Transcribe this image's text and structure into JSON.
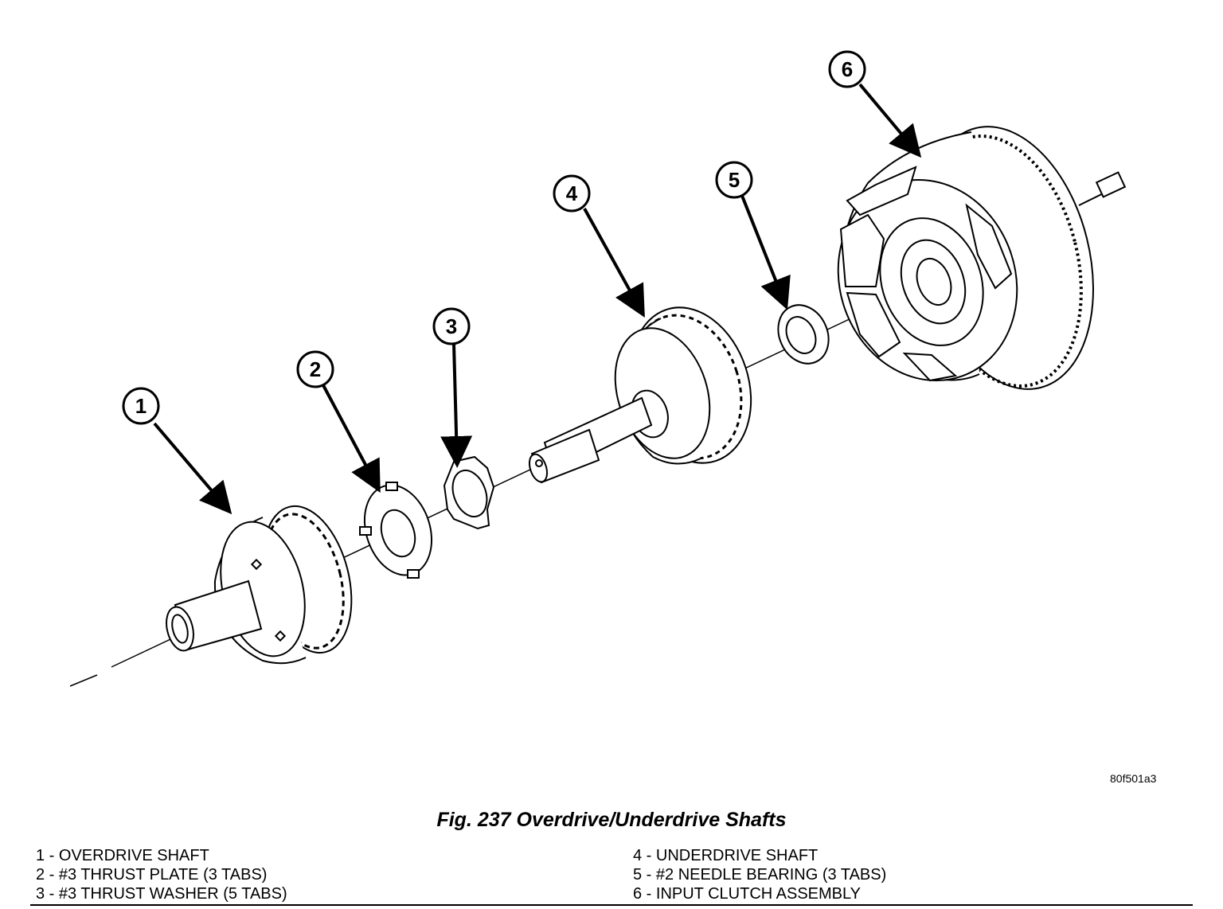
{
  "diagram": {
    "callouts": [
      {
        "number": "1"
      },
      {
        "number": "2"
      },
      {
        "number": "3"
      },
      {
        "number": "4"
      },
      {
        "number": "5"
      },
      {
        "number": "6"
      }
    ],
    "figure_code": "80f501a3"
  },
  "caption": "Fig. 237 Overdrive/Underdrive Shafts",
  "legend": {
    "left": [
      "1 - OVERDRIVE SHAFT",
      "2 - #3 THRUST PLATE (3 TABS)",
      "3 - #3 THRUST WASHER (5 TABS)"
    ],
    "right": [
      "4 - UNDERDRIVE SHAFT",
      "5 - #2 NEEDLE BEARING (3 TABS)",
      "6 - INPUT CLUTCH ASSEMBLY"
    ]
  }
}
